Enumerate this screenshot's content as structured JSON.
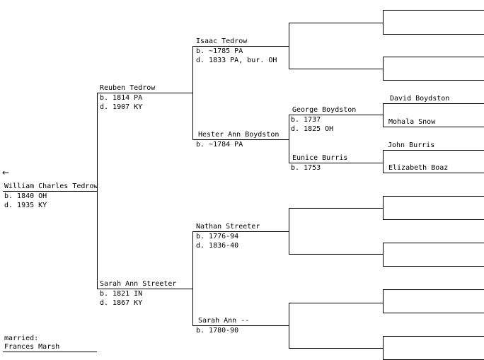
{
  "back_arrow": "←",
  "root": {
    "name": "William Charles Tedrow",
    "born": "b. 1840 OH",
    "died": "d. 1935 KY"
  },
  "spouse": {
    "label": "married:",
    "name": "Frances Marsh"
  },
  "father": {
    "name": "Reuben Tedrow",
    "born": "b. 1814 PA",
    "died": "d. 1907 KY"
  },
  "mother": {
    "name": "Sarah Ann Streeter",
    "born": "b. 1821 IN",
    "died": "d. 1867 KY"
  },
  "paternal_grandfather": {
    "name": "Isaac Tedrow",
    "born": "b. ~1785 PA",
    "died": "d. 1833 PA, bur. OH"
  },
  "paternal_grandmother": {
    "name": "Hester Ann Boydston",
    "born": "b. ~1784 PA"
  },
  "maternal_grandfather": {
    "name": "Nathan Streeter",
    "born": "b. 1776-94",
    "died": "d. 1836-40"
  },
  "maternal_grandmother": {
    "name": "Sarah Ann --",
    "born": "b. 1780-90"
  },
  "great_grandparents": {
    "george": {
      "name": "George Boydston",
      "born": "b. 1737",
      "died": "d. 1825 OH"
    },
    "eunice": {
      "name": "Eunice Burris",
      "born": "b. 1753"
    }
  },
  "great_great_grandparents": {
    "david": {
      "name": "David Boydston"
    },
    "mohala": {
      "name": "Mohala Snow"
    },
    "john": {
      "name": "John Burris"
    },
    "elizabeth": {
      "name": "Elizabeth Boaz"
    }
  }
}
